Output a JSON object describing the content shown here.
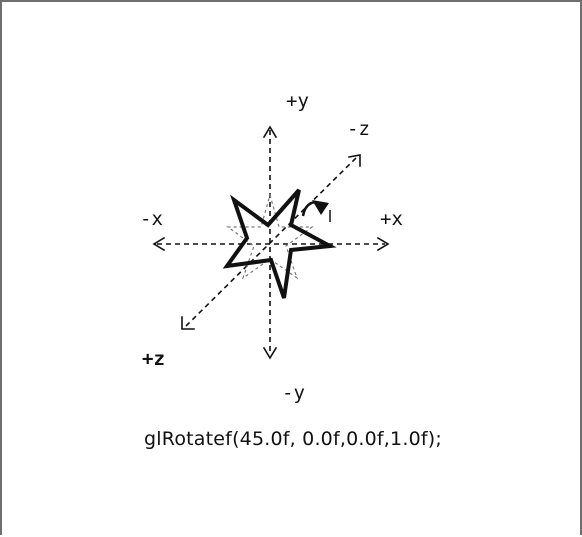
{
  "diagram": {
    "axes": {
      "pos_y": "+y",
      "neg_y": "-y",
      "pos_x": "+x",
      "neg_x": "-x",
      "pos_z": "+z",
      "neg_z": "-z"
    },
    "caption": "glRotatef(45.0f, 0.0f,0.0f,1.0f);",
    "colors": {
      "ink": "#111111",
      "frame": "#6f6f6f",
      "background": "#ffffff"
    }
  }
}
